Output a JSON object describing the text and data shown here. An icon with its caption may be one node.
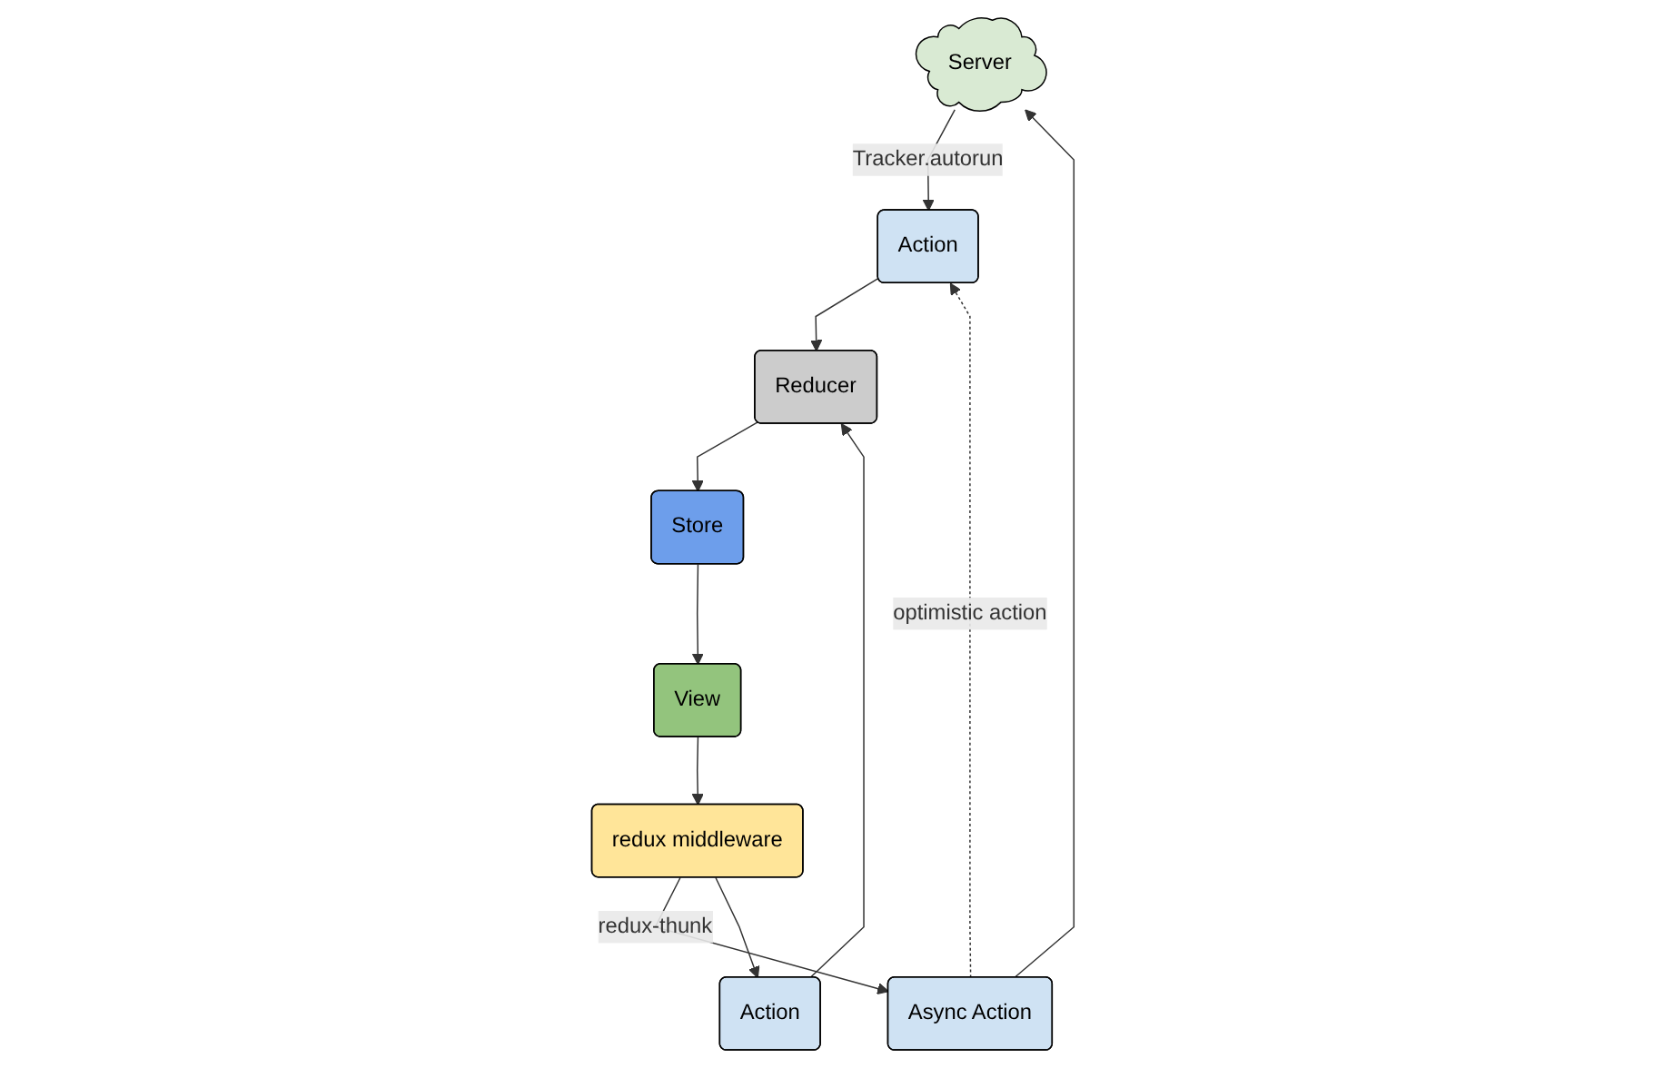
{
  "diagram": {
    "nodes": [
      {
        "text": [
          "Server"
        ]
      },
      {
        "text": [
          "Action"
        ]
      },
      {
        "text": [
          "Async Action"
        ]
      },
      {
        "text": [
          "redux middleware"
        ]
      },
      {
        "text": [
          "Action"
        ]
      },
      {
        "text": [
          "Reducer"
        ]
      },
      {
        "text": [
          "Store"
        ]
      },
      {
        "text": [
          "View"
        ]
      }
    ],
    "edges": [
      {
        "from": 0,
        "to": 1,
        "arrow": "to",
        "label": "Tracker.autorun"
      },
      {
        "from": 2,
        "to": 0,
        "arrow": "to"
      },
      {
        "from": 2,
        "to": 1,
        "arrow": "to",
        "label": "optimistic action",
        "style": "dashed"
      },
      {
        "from": 3,
        "to": 2,
        "arrow": "to",
        "label": "redux-thunk"
      },
      {
        "from": 3,
        "to": 4,
        "arrow": "to"
      },
      {
        "from": 1,
        "to": 5,
        "arrow": "to"
      },
      {
        "from": 4,
        "to": 5,
        "arrow": "to"
      },
      {
        "from": 5,
        "to": 6,
        "arrow": "to"
      },
      {
        "from": 6,
        "to": 7,
        "arrow": "to"
      },
      {
        "from": 7,
        "to": 3,
        "arrow": "to"
      }
    ]
  }
}
